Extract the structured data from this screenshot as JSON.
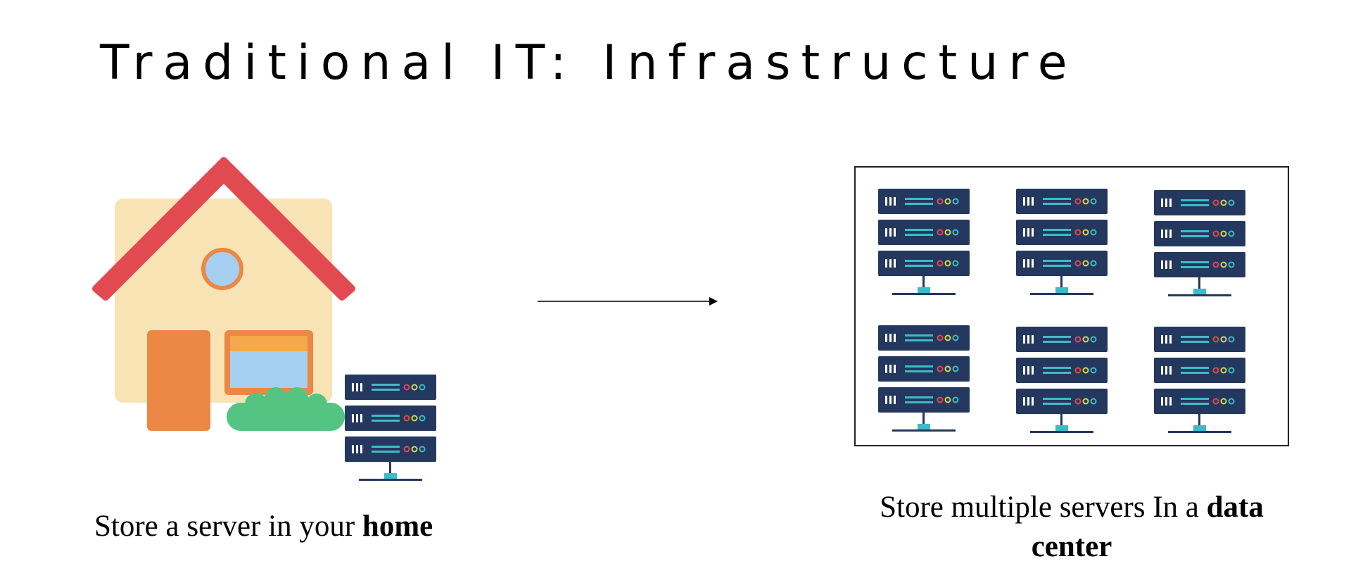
{
  "title": "Traditional IT: Infrastructure",
  "captions": {
    "home_prefix": "Store a server in your ",
    "home_bold": "home",
    "datacenter_prefix": "Store multiple servers In a ",
    "datacenter_bold": "data center"
  },
  "icons": {
    "house": "house-icon",
    "server": "server-rack-icon",
    "arrow": "arrow-right-icon"
  },
  "colors": {
    "roof": "#e24a51",
    "wall": "#f8e3b5",
    "door": "#ec8744",
    "window_glass": "#a6d0f1",
    "window_top": "#f6a84b",
    "bush": "#54c483",
    "server_body": "#24385f",
    "server_accent": "#3bbdc9",
    "led_red": "#e8464e",
    "led_yellow": "#d4d64a",
    "led_cyan": "#3bbdc9"
  },
  "datacenter_rack_count": 6
}
